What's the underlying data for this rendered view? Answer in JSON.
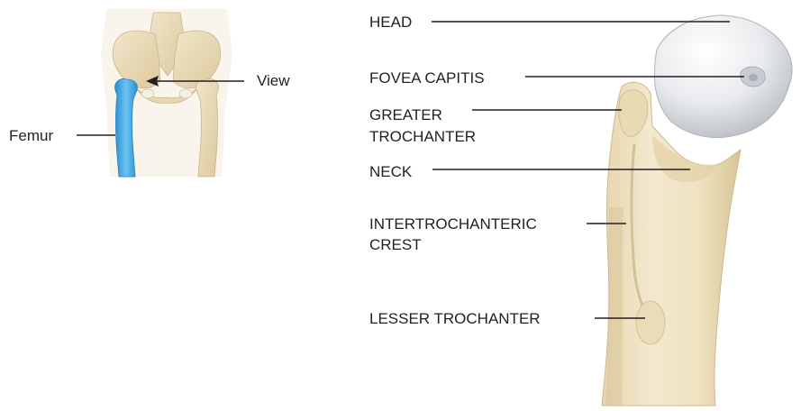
{
  "inset": {
    "femur_label": "Femur",
    "view_label": "View"
  },
  "main": {
    "labels": {
      "head": "HEAD",
      "fovea_capitis": "FOVEA CAPITIS",
      "greater_trochanter_line1": "GREATER",
      "greater_trochanter_line2": "TROCHANTER",
      "neck": "NECK",
      "intertrochanteric_crest_line1": "INTERTROCHANTERIC",
      "intertrochanteric_crest_line2": "CREST",
      "lesser_trochanter": "LESSER TROCHANTER"
    }
  },
  "colors": {
    "bone": "#efe3c4",
    "bone_shadow": "#d9c79d",
    "articular_cartilage": "#e4e6e9",
    "femur_highlight": "#3aa8e0",
    "text": "#231f20"
  }
}
